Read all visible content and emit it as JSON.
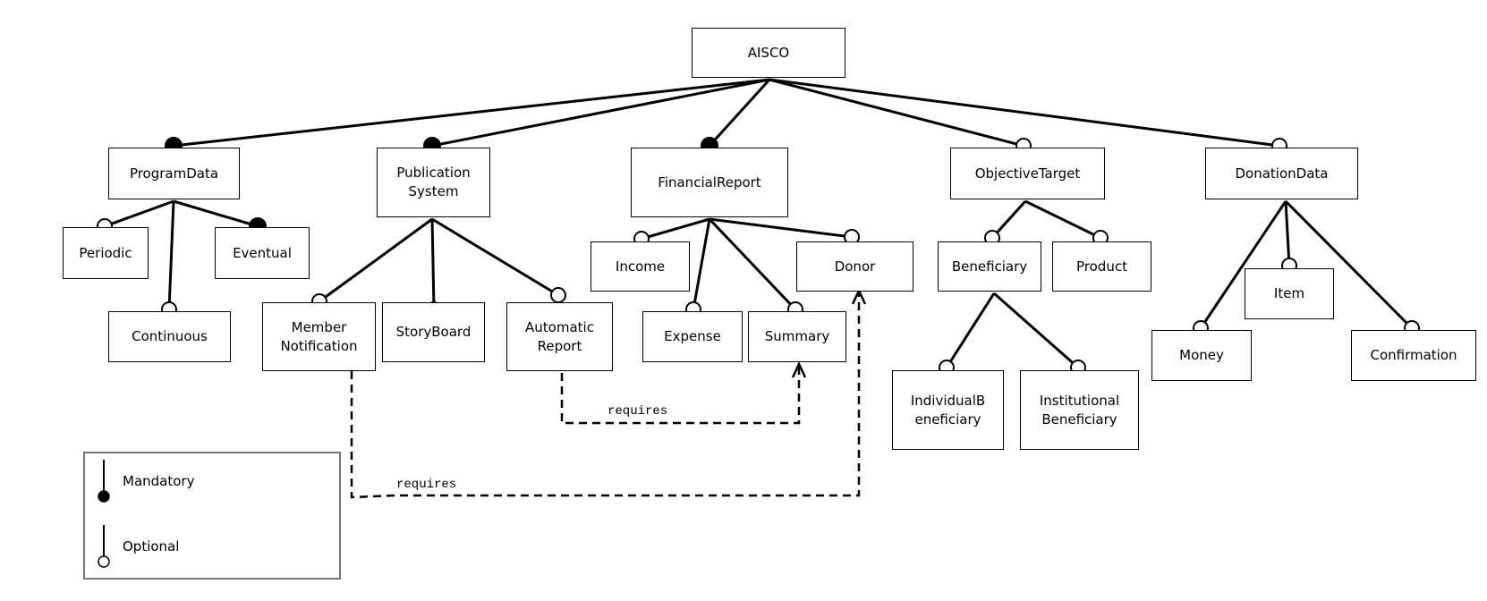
{
  "diagram": {
    "nodes": [
      {
        "id": "aisco",
        "label": "AISCO"
      },
      {
        "id": "programdata",
        "label": "ProgramData"
      },
      {
        "id": "publication",
        "label": "Publication\nSystem"
      },
      {
        "id": "financialreport",
        "label": "FinancialReport"
      },
      {
        "id": "objectivetarget",
        "label": "ObjectiveTarget"
      },
      {
        "id": "donationdata",
        "label": "DonationData"
      },
      {
        "id": "periodic",
        "label": "Periodic"
      },
      {
        "id": "eventual",
        "label": "Eventual"
      },
      {
        "id": "continuous",
        "label": "Continuous"
      },
      {
        "id": "membernotif",
        "label": "Member\nNotification"
      },
      {
        "id": "storyboard",
        "label": "StoryBoard"
      },
      {
        "id": "autoreport",
        "label": "Automatic\nReport"
      },
      {
        "id": "income",
        "label": "Income"
      },
      {
        "id": "donor",
        "label": "Donor"
      },
      {
        "id": "expense",
        "label": "Expense"
      },
      {
        "id": "summary",
        "label": "Summary"
      },
      {
        "id": "beneficiary",
        "label": "Beneficiary"
      },
      {
        "id": "product",
        "label": "Product"
      },
      {
        "id": "indivben",
        "label": "IndividualB\neneficiary"
      },
      {
        "id": "instben",
        "label": "Institutional\nBeneficiary"
      },
      {
        "id": "money",
        "label": "Money"
      },
      {
        "id": "item",
        "label": "Item"
      },
      {
        "id": "confirmation",
        "label": "Confirmation"
      }
    ],
    "edges": [
      {
        "parent": "aisco",
        "child": "programdata",
        "type": "mandatory"
      },
      {
        "parent": "aisco",
        "child": "publication",
        "type": "mandatory"
      },
      {
        "parent": "aisco",
        "child": "financialreport",
        "type": "mandatory"
      },
      {
        "parent": "aisco",
        "child": "objectivetarget",
        "type": "optional"
      },
      {
        "parent": "aisco",
        "child": "donationdata",
        "type": "optional"
      },
      {
        "parent": "programdata",
        "child": "periodic",
        "type": "optional"
      },
      {
        "parent": "programdata",
        "child": "continuous",
        "type": "optional"
      },
      {
        "parent": "programdata",
        "child": "eventual",
        "type": "mandatory"
      },
      {
        "parent": "publication",
        "child": "membernotif",
        "type": "optional"
      },
      {
        "parent": "publication",
        "child": "storyboard",
        "type": "optional"
      },
      {
        "parent": "publication",
        "child": "autoreport",
        "type": "optional"
      },
      {
        "parent": "financialreport",
        "child": "income",
        "type": "optional"
      },
      {
        "parent": "financialreport",
        "child": "expense",
        "type": "optional"
      },
      {
        "parent": "financialreport",
        "child": "summary",
        "type": "optional"
      },
      {
        "parent": "financialreport",
        "child": "donor",
        "type": "optional"
      },
      {
        "parent": "objectivetarget",
        "child": "beneficiary",
        "type": "optional"
      },
      {
        "parent": "objectivetarget",
        "child": "product",
        "type": "optional"
      },
      {
        "parent": "beneficiary",
        "child": "indivben",
        "type": "optional"
      },
      {
        "parent": "beneficiary",
        "child": "instben",
        "type": "optional"
      },
      {
        "parent": "donationdata",
        "child": "money",
        "type": "optional"
      },
      {
        "parent": "donationdata",
        "child": "item",
        "type": "optional"
      },
      {
        "parent": "donationdata",
        "child": "confirmation",
        "type": "optional"
      }
    ],
    "constraints": [
      {
        "from": "autoreport",
        "to": "summary",
        "label": "requires"
      },
      {
        "from": "membernotif",
        "to": "donor",
        "label": "requires"
      }
    ],
    "legend": {
      "mandatory": "Mandatory",
      "optional": "Optional"
    }
  }
}
